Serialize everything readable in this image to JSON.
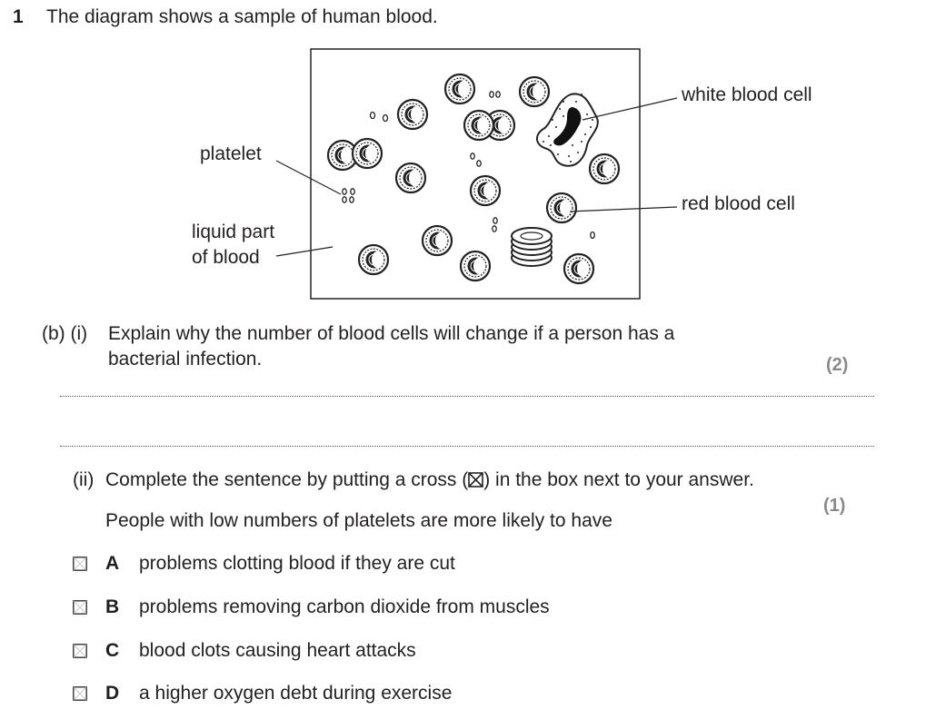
{
  "question": {
    "number": "1",
    "intro": "The diagram shows a sample of human blood."
  },
  "diagram": {
    "labels": {
      "white_blood_cell": "white blood cell",
      "red_blood_cell": "red blood cell",
      "platelet": "platelet",
      "liquid_line1": "liquid part",
      "liquid_line2": "of blood"
    }
  },
  "part_b_i": {
    "prefix": "(b)  (i)",
    "line1": "Explain why the number of blood cells will change if a person has a",
    "line2": "bacterial infection.",
    "marks": "(2)"
  },
  "part_b_ii": {
    "prefix": "(ii)",
    "instruction_before": "Complete the sentence by putting a cross (",
    "instruction_after": ") in the box next to your answer.",
    "stem": "People with low numbers of platelets are more likely to have",
    "marks": "(1)",
    "options": [
      {
        "letter": "A",
        "text": "problems clotting blood if they are cut"
      },
      {
        "letter": "B",
        "text": "problems removing carbon dioxide from muscles"
      },
      {
        "letter": "C",
        "text": "blood clots causing heart attacks"
      },
      {
        "letter": "D",
        "text": "a higher oxygen debt during exercise"
      }
    ]
  }
}
